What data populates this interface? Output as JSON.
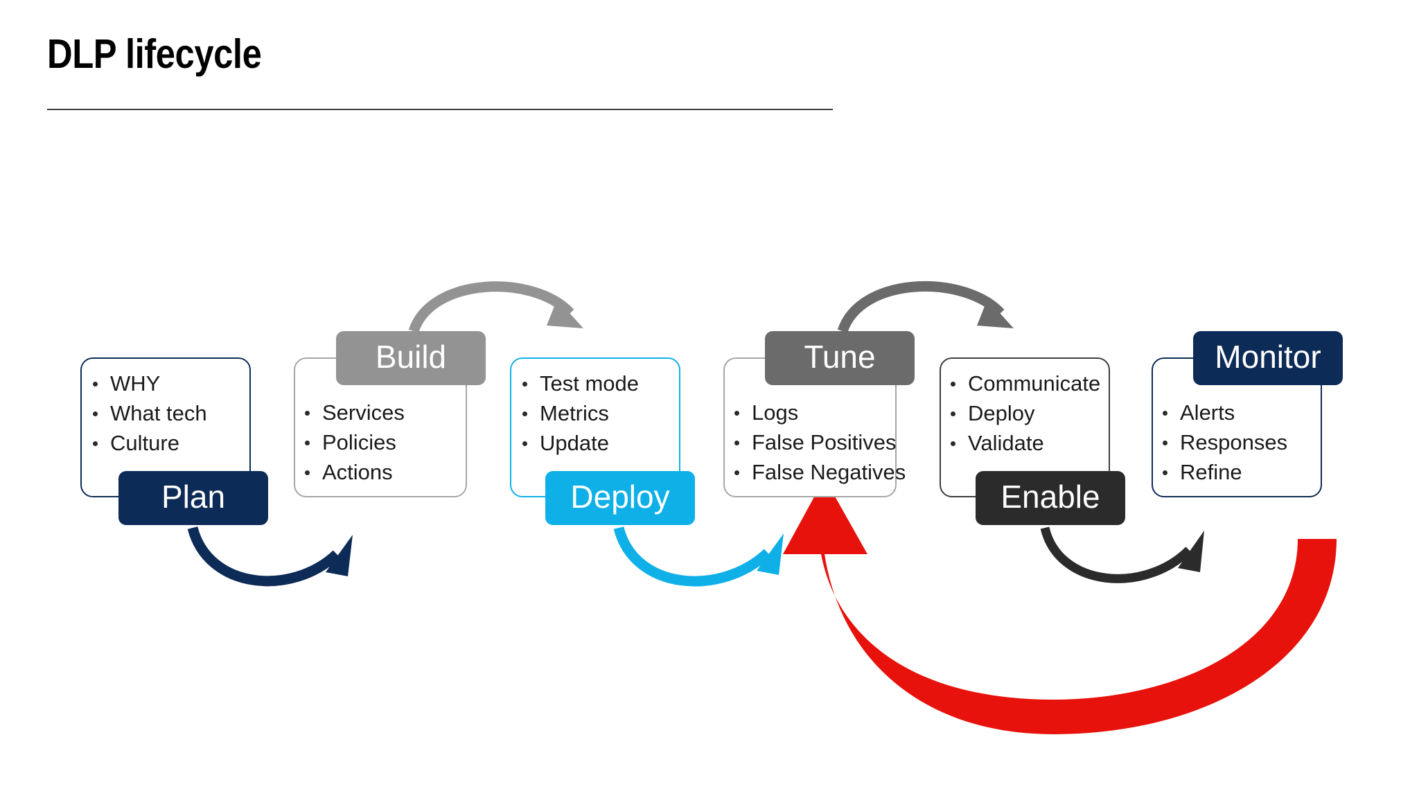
{
  "slide": {
    "title": "DLP lifecycle",
    "background": "#ffffff"
  },
  "colors": {
    "navy": "#0d2b57",
    "grey_light": "#939393",
    "cyan": "#0fb0e8",
    "grey_dark": "#6b6b6b",
    "near_black": "#2b2b2b",
    "red": "#e8120c",
    "card_border_grey": "#a6a6a6",
    "text": "#1a1a1a"
  },
  "stages": [
    {
      "key": "plan",
      "label": "Plan",
      "badge_color": "#0d2b57",
      "border_color": "#0d2b57",
      "badge_position": "bottom-right",
      "bullets": [
        "WHY",
        "What tech",
        "Culture"
      ]
    },
    {
      "key": "build",
      "label": "Build",
      "badge_color": "#939393",
      "border_color": "#a6a6a6",
      "badge_position": "top-right",
      "bullets": [
        "Services",
        "Policies",
        "Actions"
      ]
    },
    {
      "key": "deploy",
      "label": "Deploy",
      "badge_color": "#0fb0e8",
      "border_color": "#0fb0e8",
      "badge_position": "bottom-right",
      "bullets": [
        "Test mode",
        "Metrics",
        "Update"
      ]
    },
    {
      "key": "tune",
      "label": "Tune",
      "badge_color": "#6b6b6b",
      "border_color": "#a6a6a6",
      "badge_position": "top-right",
      "bullets": [
        "Logs",
        "False Positives",
        "False Negatives"
      ]
    },
    {
      "key": "enable",
      "label": "Enable",
      "badge_color": "#2b2b2b",
      "border_color": "#3c3c3c",
      "badge_position": "bottom-right",
      "bullets": [
        "Communicate",
        "Deploy",
        "Validate"
      ]
    },
    {
      "key": "monitor",
      "label": "Monitor",
      "badge_color": "#0d2b57",
      "border_color": "#0d2b57",
      "badge_position": "top-right",
      "bullets": [
        "Alerts",
        "Responses",
        "Refine"
      ]
    }
  ],
  "connectors": [
    {
      "key": "plan-to-build",
      "color": "#0d2b57",
      "direction": "down-arc-right"
    },
    {
      "key": "build-to-deploy",
      "color": "#939393",
      "direction": "up-arc-right"
    },
    {
      "key": "deploy-to-tune",
      "color": "#0fb0e8",
      "direction": "down-arc-right"
    },
    {
      "key": "tune-to-enable",
      "color": "#6b6b6b",
      "direction": "up-arc-right"
    },
    {
      "key": "enable-to-monitor",
      "color": "#2b2b2b",
      "direction": "down-arc-right"
    },
    {
      "key": "monitor-to-tune-feedback",
      "color": "#e8120c",
      "direction": "loop-back-left"
    }
  ]
}
